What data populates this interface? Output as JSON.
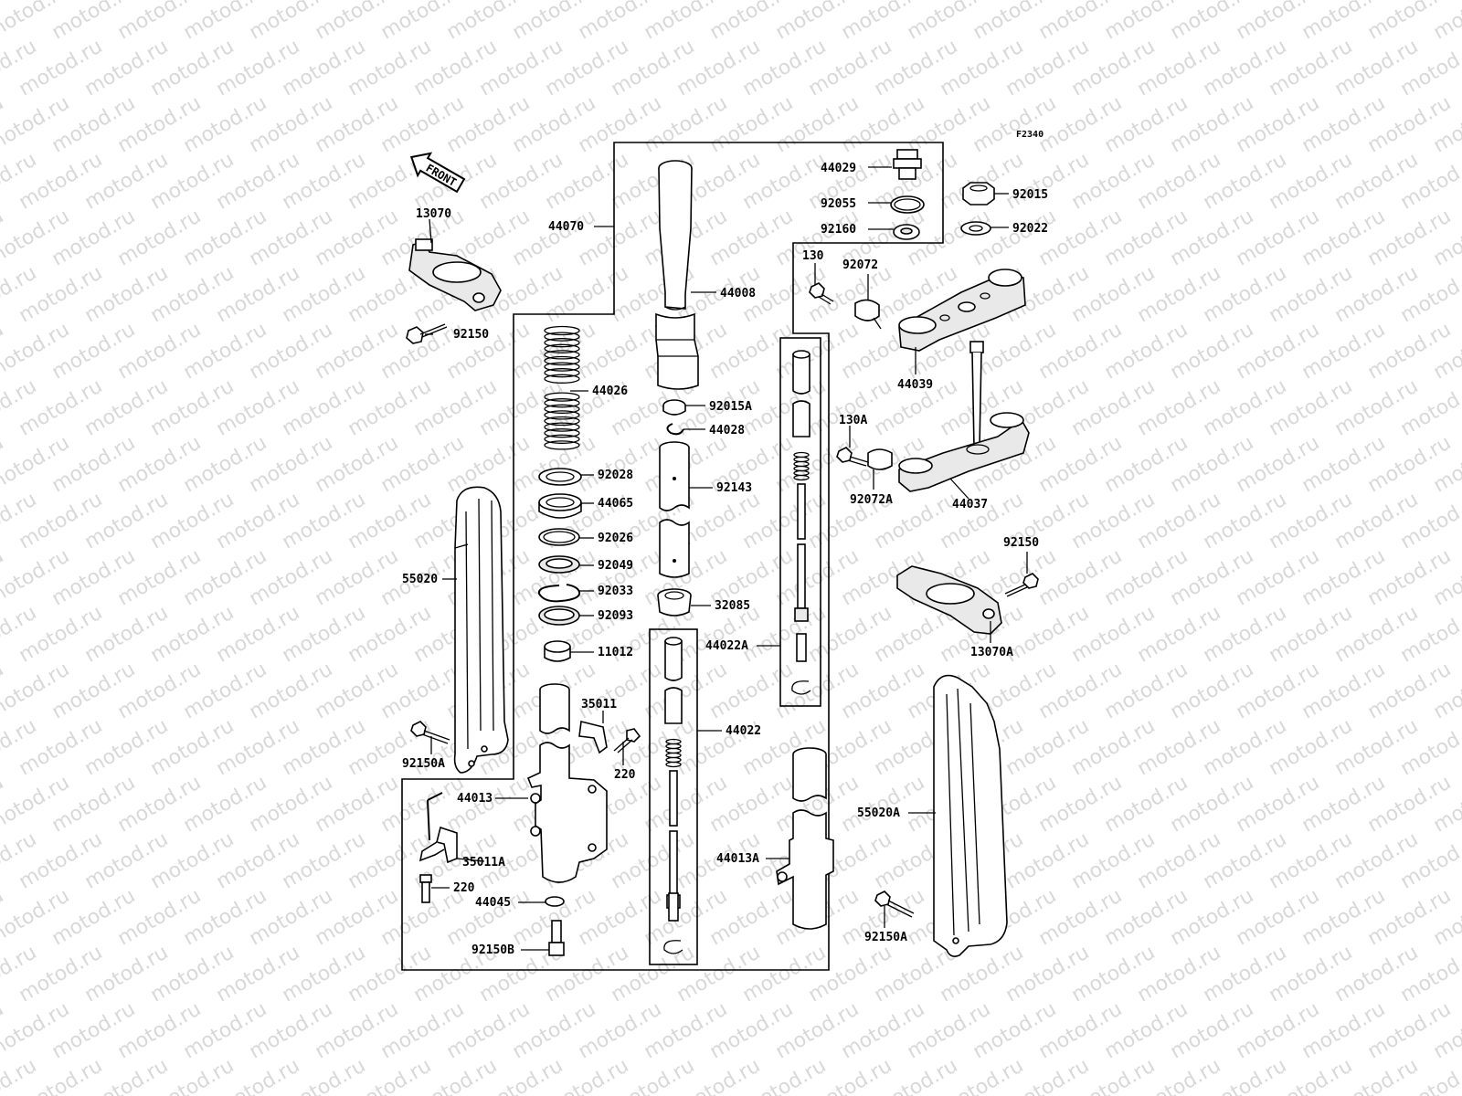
{
  "diagram": {
    "code": "F2340",
    "front_arrow": "FRONT",
    "watermark": "motod.ru"
  },
  "labels": {
    "p13070": "13070",
    "p92150_top": "92150",
    "p44070": "44070",
    "p44008": "44008",
    "p44029": "44029",
    "p92055": "92055",
    "p92160": "92160",
    "p92015": "92015",
    "p92022": "92022",
    "p130": "130",
    "p92072": "92072",
    "p44039": "44039",
    "p44026": "44026",
    "p92015A": "92015A",
    "p44028": "44028",
    "p130A": "130A",
    "p92072A": "92072A",
    "p44037": "44037",
    "p92028": "92028",
    "p44065": "44065",
    "p92143": "92143",
    "p92026": "92026",
    "p92049": "92049",
    "p92033": "92033",
    "p92093": "92093",
    "p32085": "32085",
    "p11012": "11012",
    "p44022A": "44022A",
    "p55020": "55020",
    "p92150_right": "92150",
    "p13070A": "13070A",
    "p35011": "35011",
    "p44022": "44022",
    "p92150A_left": "92150A",
    "p220_upper": "220",
    "p44013": "44013",
    "p35011A": "35011A",
    "p220_lower": "220",
    "p44045": "44045",
    "p92150B": "92150B",
    "p44013A": "44013A",
    "p55020A": "55020A",
    "p92150A_right": "92150A"
  }
}
